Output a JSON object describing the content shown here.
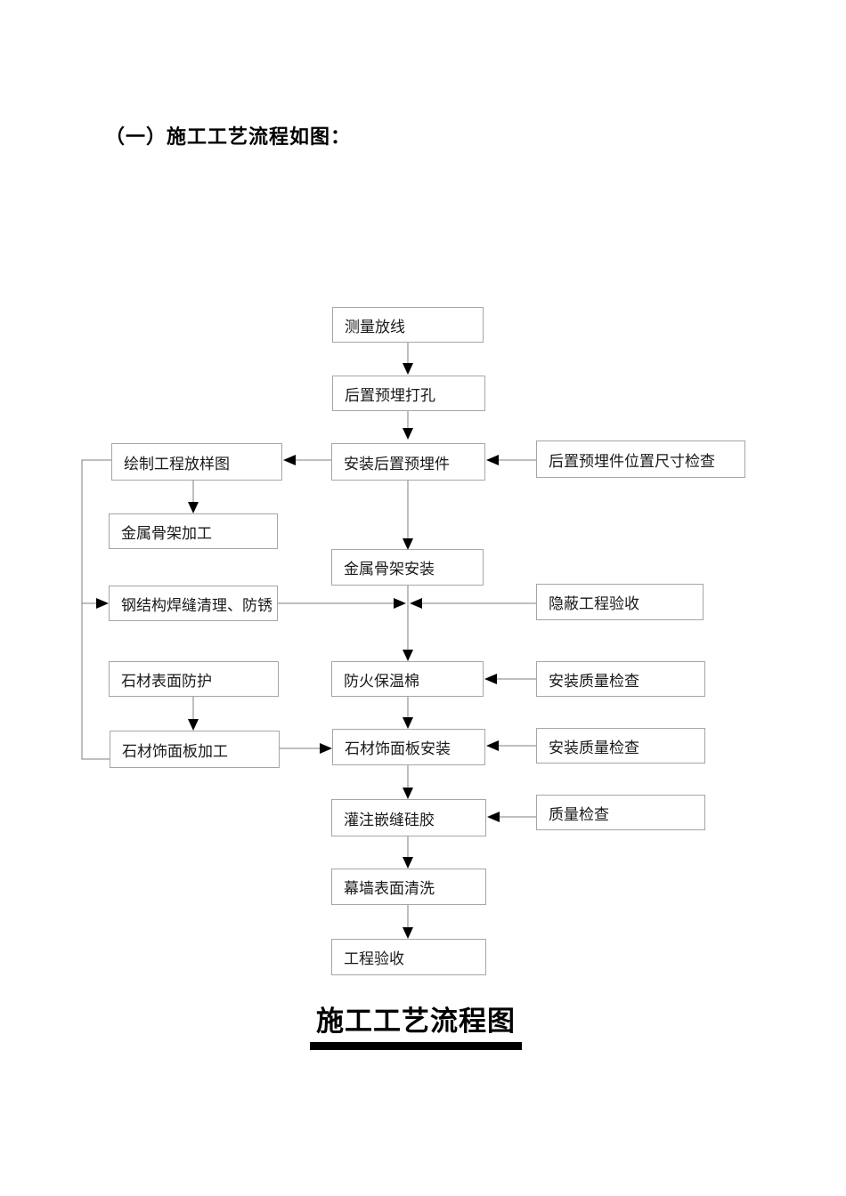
{
  "page": {
    "heading": "（一）施工工艺流程如图：",
    "caption": "施工工艺流程图"
  },
  "colors": {
    "box_border": "#a6a6a6",
    "connector_line": "#7f7f7f",
    "arrowhead": "#000000",
    "text": "#000000",
    "background": "#ffffff"
  },
  "nodes": [
    {
      "id": "measure-layout",
      "label": "测量放线"
    },
    {
      "id": "post-embed-drilling",
      "label": "后置预埋打孔"
    },
    {
      "id": "drawing-layout",
      "label": "绘制工程放样图"
    },
    {
      "id": "install-embeds",
      "label": "安装后置预埋件"
    },
    {
      "id": "embed-position-check",
      "label": "后置预埋件位置尺寸检查"
    },
    {
      "id": "frame-fabrication",
      "label": "金属骨架加工"
    },
    {
      "id": "frame-installation",
      "label": "金属骨架安装"
    },
    {
      "id": "weld-cleaning",
      "label": "钢结构焊缝清理、防锈"
    },
    {
      "id": "hidden-work-acceptance",
      "label": "隐蔽工程验收"
    },
    {
      "id": "stone-surface-protection",
      "label": "石材表面防护"
    },
    {
      "id": "fireproof-insulation",
      "label": "防火保温棉"
    },
    {
      "id": "install-quality-check-1",
      "label": "安装质量检查"
    },
    {
      "id": "stone-panel-fabrication",
      "label": "石材饰面板加工"
    },
    {
      "id": "stone-panel-installation",
      "label": "石材饰面板安装"
    },
    {
      "id": "install-quality-check-2",
      "label": "安装质量检查"
    },
    {
      "id": "sealant-injection",
      "label": "灌注嵌缝硅胶"
    },
    {
      "id": "quality-check",
      "label": "质量检查"
    },
    {
      "id": "curtain-wall-cleaning",
      "label": "幕墙表面清洗"
    },
    {
      "id": "project-acceptance",
      "label": "工程验收"
    }
  ],
  "edges": [
    {
      "from": "measure-layout",
      "to": "post-embed-drilling",
      "type": "arrow"
    },
    {
      "from": "post-embed-drilling",
      "to": "install-embeds",
      "type": "arrow"
    },
    {
      "from": "install-embeds",
      "to": "drawing-layout",
      "type": "arrow"
    },
    {
      "from": "embed-position-check",
      "to": "install-embeds",
      "type": "arrow"
    },
    {
      "from": "install-embeds",
      "to": "frame-installation",
      "type": "arrow"
    },
    {
      "from": "drawing-layout",
      "to": "frame-fabrication",
      "type": "arrow"
    },
    {
      "from": "drawing-layout",
      "to": "weld-cleaning",
      "type": "arrow",
      "via": "left-feedback-line"
    },
    {
      "from": "drawing-layout",
      "to": "stone-panel-fabrication",
      "type": "line",
      "via": "left-feedback-line"
    },
    {
      "from": "weld-cleaning",
      "to": "main-flow-junction",
      "type": "arrow"
    },
    {
      "from": "hidden-work-acceptance",
      "to": "main-flow-junction",
      "type": "arrow"
    },
    {
      "from": "frame-installation",
      "to": "fireproof-insulation",
      "type": "arrow"
    },
    {
      "from": "install-quality-check-1",
      "to": "fireproof-insulation",
      "type": "arrow"
    },
    {
      "from": "stone-surface-protection",
      "to": "stone-panel-fabrication",
      "type": "arrow"
    },
    {
      "from": "stone-panel-fabrication",
      "to": "stone-panel-installation",
      "type": "arrow"
    },
    {
      "from": "fireproof-insulation",
      "to": "stone-panel-installation",
      "type": "arrow"
    },
    {
      "from": "install-quality-check-2",
      "to": "stone-panel-installation",
      "type": "arrow"
    },
    {
      "from": "stone-panel-installation",
      "to": "sealant-injection",
      "type": "arrow"
    },
    {
      "from": "quality-check",
      "to": "sealant-injection",
      "type": "arrow"
    },
    {
      "from": "sealant-injection",
      "to": "curtain-wall-cleaning",
      "type": "arrow"
    },
    {
      "from": "curtain-wall-cleaning",
      "to": "project-acceptance",
      "type": "arrow"
    }
  ]
}
